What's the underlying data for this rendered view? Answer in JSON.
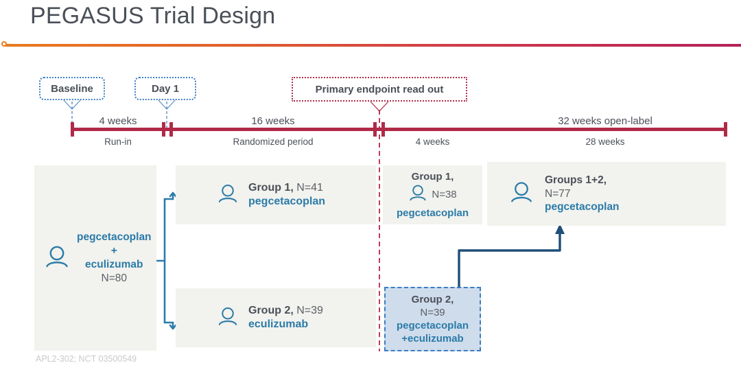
{
  "header": {
    "title": "PEGASUS Trial Design",
    "rule_color_start": "#ea7b20",
    "rule_color_end": "#b4215a"
  },
  "callouts": [
    {
      "name": "baseline",
      "label": "Baseline",
      "style": "blue"
    },
    {
      "name": "day1",
      "label": "Day 1",
      "style": "blue"
    },
    {
      "name": "primary-endpoint",
      "label": "Primary endpoint read out",
      "style": "red"
    }
  ],
  "timeline": {
    "axis_color": "#b02a48",
    "segments": [
      {
        "top": "4 weeks",
        "bottom": "Run-in"
      },
      {
        "top": "16 weeks",
        "bottom": "Randomized period"
      },
      {
        "top": "",
        "bottom": "4 weeks"
      },
      {
        "top": "32 weeks open-label",
        "bottom": "28 weeks"
      }
    ]
  },
  "panels": {
    "screening": {
      "icon": "person-icon",
      "line1": "pegcetacoplan",
      "line2": "+",
      "line3": "eculizumab",
      "n": "N=80"
    },
    "group1_randomized": {
      "icon": "person-icon",
      "group": "Group 1,",
      "n": "N=41",
      "drug": "pegcetacoplan"
    },
    "group2_randomized": {
      "icon": "person-icon",
      "group": "Group 2,",
      "n": "N=39",
      "drug": "eculizumab"
    },
    "group1_mid": {
      "icon": "person-icon",
      "group": "Group 1,",
      "n": "N=38",
      "drug": "pegcetacoplan"
    },
    "group2_mid": {
      "group": "Group 2,",
      "n": "N=39",
      "drug1": "pegcetacoplan",
      "drug2": "+eculizumab",
      "highlight_fill": "#cfdcec",
      "highlight_border": "#3b7cc4"
    },
    "combined": {
      "icon": "person-icon",
      "group": "Groups 1+2,",
      "n": "N=77",
      "drug": "pegcetacoplan"
    }
  },
  "footnote": "APL2-302; NCT 03500549"
}
